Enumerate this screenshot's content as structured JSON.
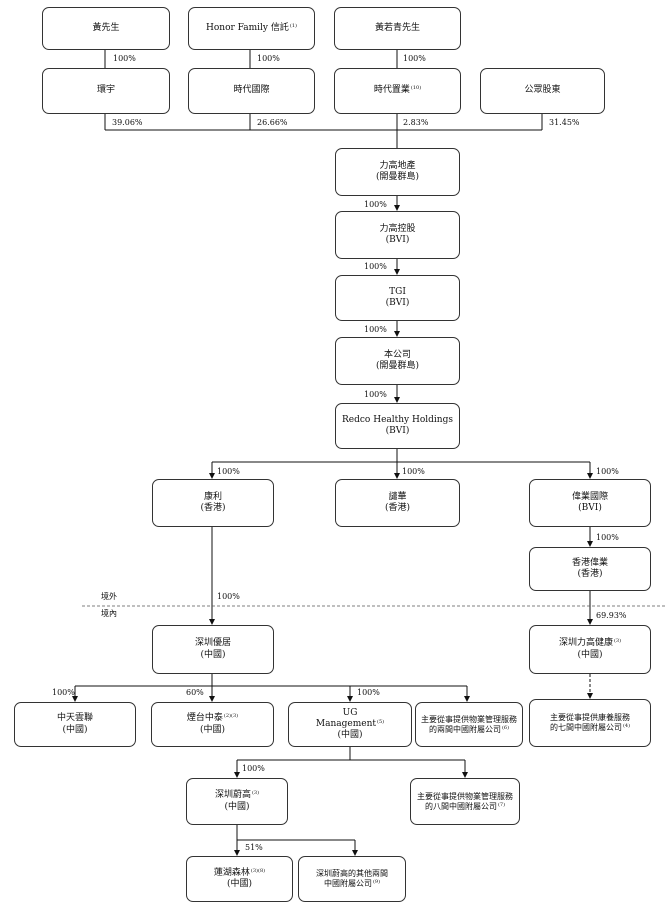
{
  "boxes": {
    "huang": {
      "line1": "黃先生"
    },
    "honor": {
      "line1": "Honor Family 信託",
      "note": "(1)"
    },
    "huang_ruoqing": {
      "line1": "黃若青先生"
    },
    "huanyu": {
      "line1": "環宇"
    },
    "shidai_intl": {
      "line1": "時代國際"
    },
    "shidai_zhiye": {
      "line1": "時代置業",
      "note": "(10)"
    },
    "public": {
      "line1": "公眾股東"
    },
    "ligao_dichan": {
      "line1": "力高地產",
      "line2": "(開曼群島)"
    },
    "ligao_konggu": {
      "line1": "力高控股",
      "line2": "(BVI)"
    },
    "tgi": {
      "line1": "TGI",
      "line2": "(BVI)"
    },
    "company": {
      "line1": "本公司",
      "line2": "(開曼群島)"
    },
    "redco_healthy": {
      "line1": "Redco Healthy Holdings",
      "line2": "(BVI)"
    },
    "kangli": {
      "line1": "康利",
      "line2": "(香港)"
    },
    "yijing": {
      "line1": "譴華",
      "line2": "(香港)"
    },
    "weiye_intl": {
      "line1": "偉業國際",
      "line2": "(BVI)"
    },
    "hk_weiye": {
      "line1": "香港偉業",
      "line2": "(香港)"
    },
    "sz_youju": {
      "line1": "深圳優居",
      "line2": "(中國)"
    },
    "sz_ligao_health": {
      "line1": "深圳力高健康",
      "note": "(3)",
      "line2": "(中國)"
    },
    "zhongtian": {
      "line1": "中天雲聯",
      "line2": "(中國)"
    },
    "yantai": {
      "line1": "煙台中泰",
      "note": "(2)(3)",
      "line2": "(中國)"
    },
    "ug": {
      "line1": "UG",
      "line2": "Management",
      "note": "(5)",
      "line3": "(中國)"
    },
    "two_subs": {
      "line1": "主要從事提供物業管理服務",
      "line2": "的兩間中國附屬公司",
      "note": "(6)"
    },
    "seven_subs": {
      "line1": "主要從事提供康養服務",
      "line2": "的七間中國附屬公司",
      "note": "(4)"
    },
    "sz_weigao": {
      "line1": "深圳蔚高",
      "note": "(3)",
      "line2": "(中國)"
    },
    "eight_subs": {
      "line1": "主要從事提供物業管理服務",
      "line2": "的八間中國附屬公司",
      "note": "(7)"
    },
    "lianhu": {
      "line1": "蓮湖森林",
      "note": "(3)(8)",
      "line2": "(中國)"
    },
    "sz_weigao_other": {
      "line1": "深圳蔚高的其他兩間",
      "line2": "中國附屬公司",
      "note": "(9)"
    }
  },
  "percentages": {
    "huang_huanyu": "100%",
    "honor_shidai": "100%",
    "ruoqing_zhiye": "100%",
    "huanyu": "39.06%",
    "shidai_intl": "26.66%",
    "shidai_zhiye": "2.83%",
    "public": "31.45%",
    "dichan_konggu": "100%",
    "konggu_tgi": "100%",
    "tgi_company": "100%",
    "company_redco": "100%",
    "redco_kangli": "100%",
    "redco_yijing": "100%",
    "redco_weiye": "100%",
    "weiye_hk": "100%",
    "kangli_youju": "100%",
    "hk_health": "69.93%",
    "youju_zhongtian": "100%",
    "youju_yantai": "60%",
    "youju_ug": "100%",
    "ug_weigao": "100%",
    "weigao_lianhu": "51%"
  },
  "zones": {
    "overseas": "境外",
    "domestic": "境內"
  }
}
